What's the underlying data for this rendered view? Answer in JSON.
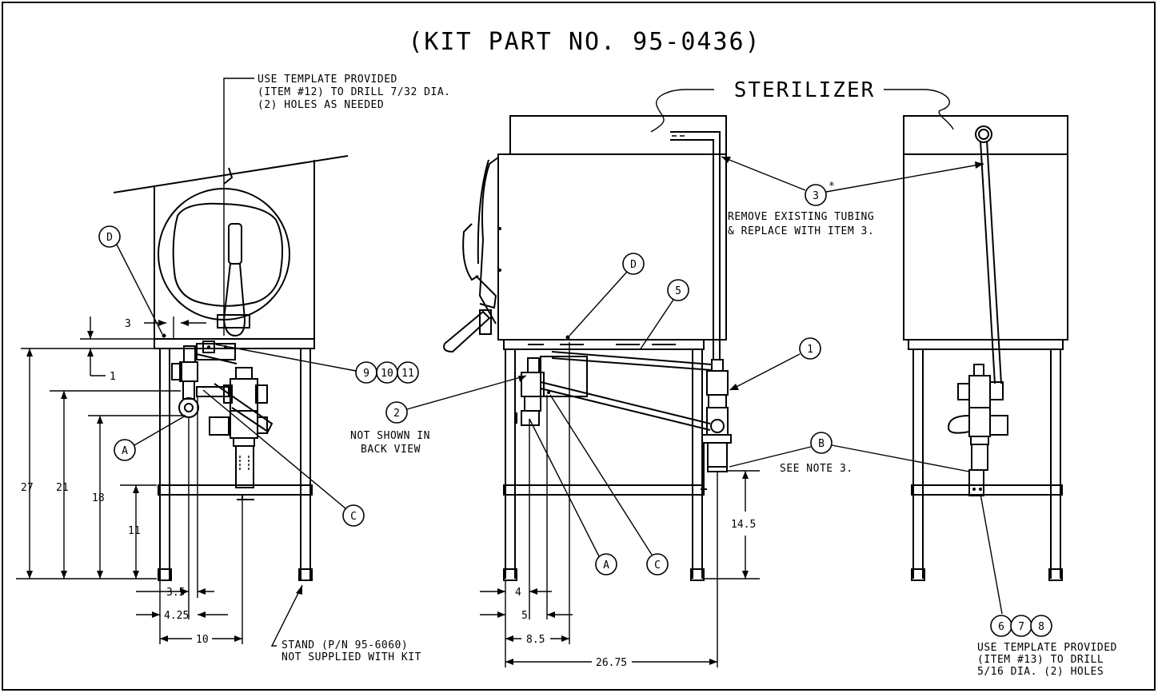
{
  "title": "(KIT PART NO. 95-0436)",
  "sterilizer_label": "STERILIZER",
  "notes": {
    "template_12": [
      "USE TEMPLATE PROVIDED",
      "(ITEM #12) TO DRILL 7/32 DIA.",
      "(2) HOLES AS NEEDED"
    ],
    "remove_tubing": [
      "REMOVE EXISTING TUBING",
      "& REPLACE WITH ITEM 3."
    ],
    "not_shown": [
      "NOT SHOWN IN",
      "BACK VIEW"
    ],
    "see_note": "SEE NOTE 3.",
    "stand": [
      "STAND (P/N 95-6060)",
      "NOT SUPPLIED WITH KIT"
    ],
    "template_13": [
      "USE TEMPLATE PROVIDED",
      "(ITEM #13) TO DRILL",
      "5/16 DIA. (2) HOLES"
    ]
  },
  "callouts": {
    "d": "D",
    "a": "A",
    "b": "B",
    "c": "C",
    "n1": "1",
    "n2": "2",
    "n3": "3",
    "n5": "5",
    "n6": "6",
    "n7": "7",
    "n8": "8",
    "n9": "9",
    "n10": "10",
    "n11": "11",
    "asterisk": "*"
  },
  "dimensions": {
    "d3": "3",
    "d1": "1",
    "d27": "27",
    "d21": "21",
    "d18": "18",
    "d11": "11",
    "d3_5": "3.5",
    "d4_25": "4.25",
    "d10": "10",
    "d4": "4",
    "d5": "5",
    "d8_5": "8.5",
    "d26_75": "26.75",
    "d14_5": "14.5"
  }
}
